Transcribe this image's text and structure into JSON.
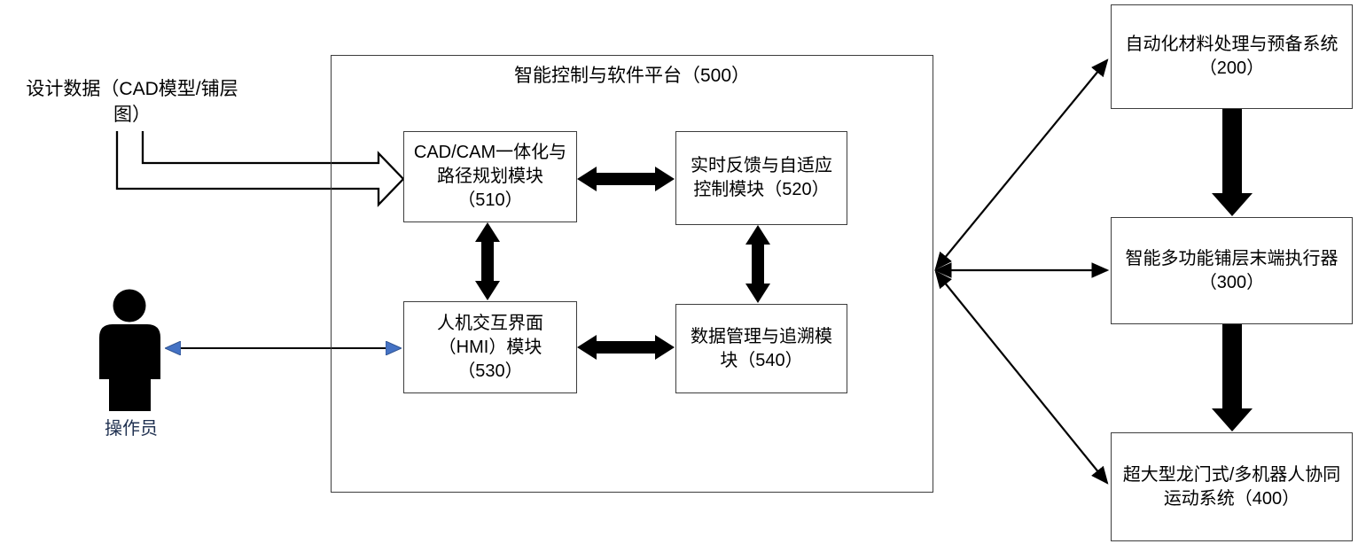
{
  "design_data": {
    "line1": "设计数据（CAD模型/铺层",
    "line2": "图）"
  },
  "platform": {
    "title": "智能控制与软件平台（500）",
    "modules": [
      {
        "id": "510",
        "lines": [
          "CAD/CAM一体化与",
          "路径规划模块",
          "（510）"
        ]
      },
      {
        "id": "520",
        "lines": [
          "实时反馈与自适应",
          "控制模块（520）"
        ]
      },
      {
        "id": "530",
        "lines": [
          "人机交互界面",
          "（HMI）模块",
          "（530）"
        ]
      },
      {
        "id": "540",
        "lines": [
          "数据管理与追溯模",
          "块（540）"
        ]
      }
    ]
  },
  "operator": {
    "label": "操作员",
    "label_color": "#1F3050",
    "arrowhead_color": "#4472C4"
  },
  "right_systems": [
    {
      "id": "200",
      "lines": [
        "自动化材料处理与预备系统",
        "（200）"
      ]
    },
    {
      "id": "300",
      "lines": [
        "智能多功能铺层末端执行器",
        "（300）"
      ]
    },
    {
      "id": "400",
      "lines": [
        "超大型龙门式/多机器人协同",
        "运动系统（400）"
      ]
    }
  ],
  "colors": {
    "line": "#000000",
    "box_border": "#3D3D3D",
    "background": "#FFFFFF"
  }
}
